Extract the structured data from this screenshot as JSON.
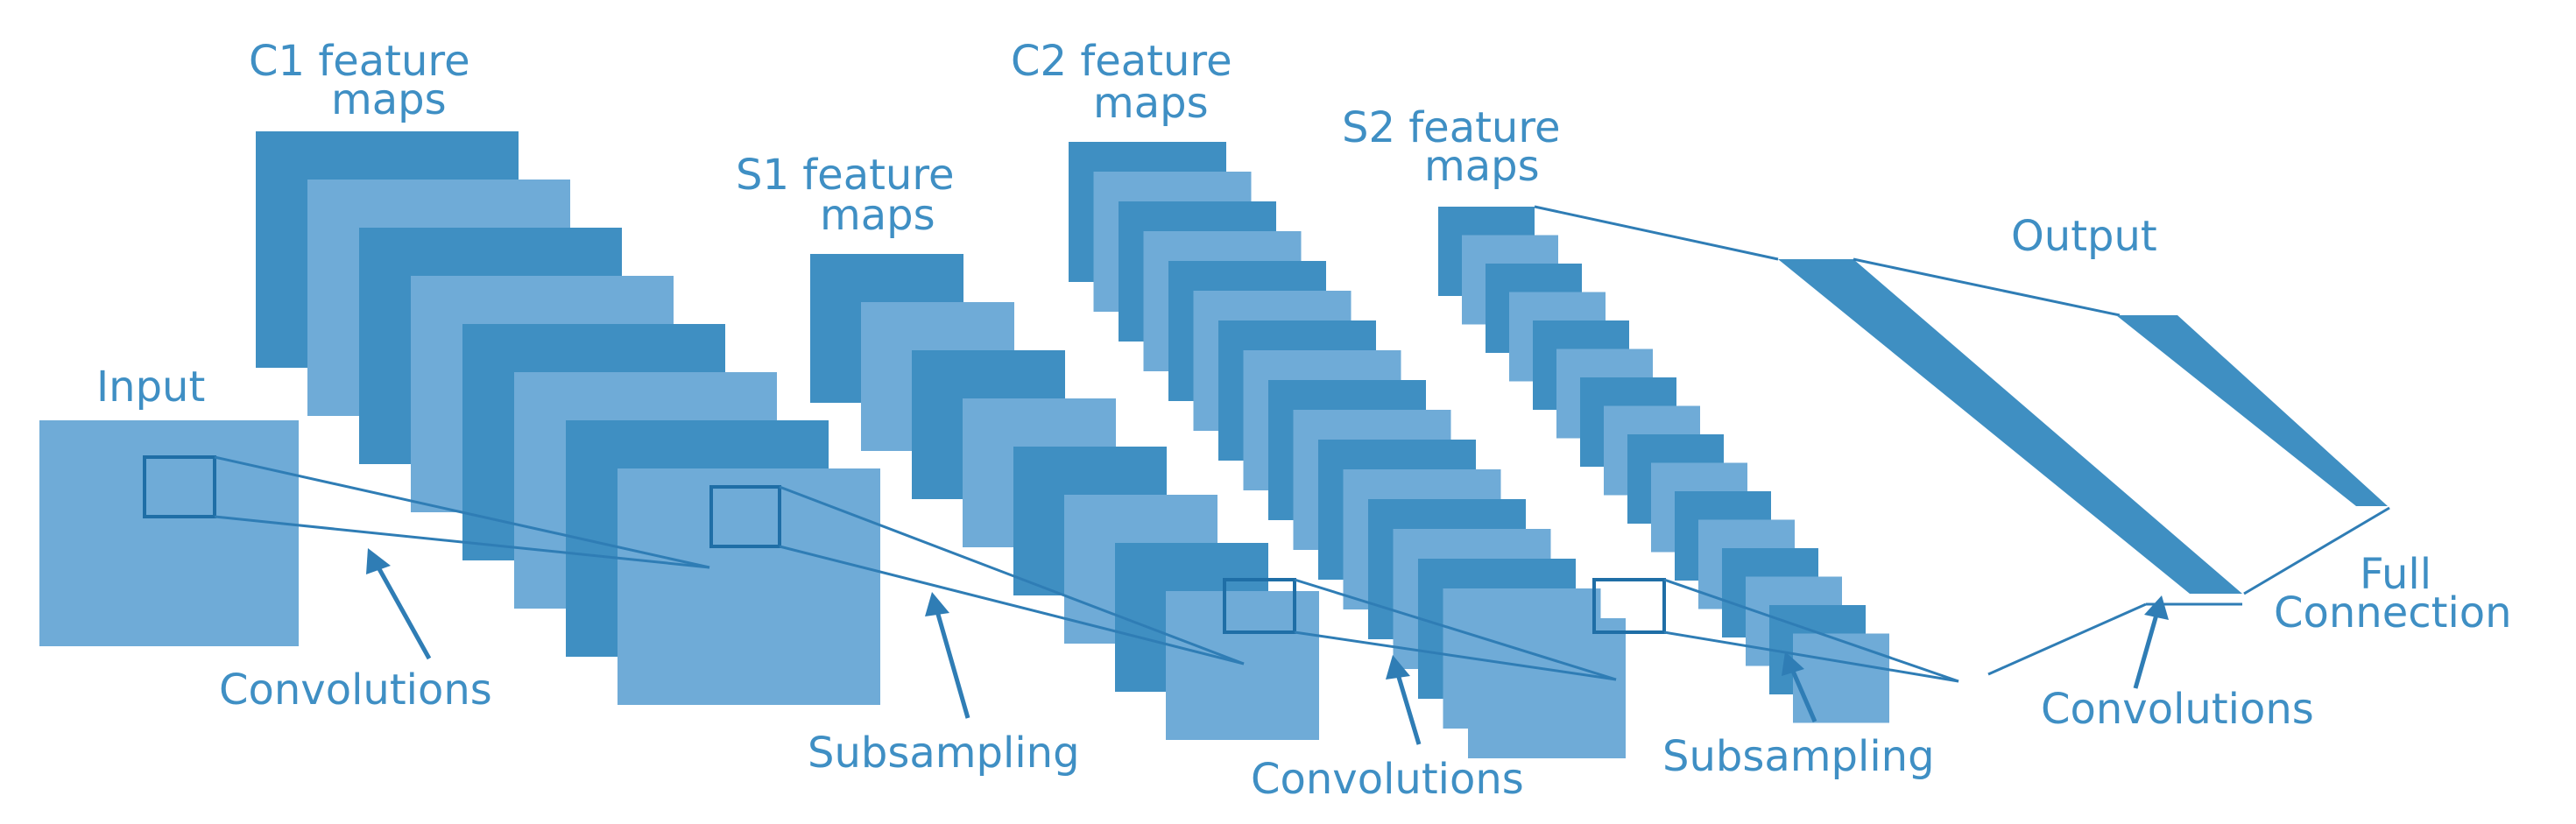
{
  "labels": {
    "c1_line1": "C1 feature",
    "c1_line2": "maps",
    "s1_line1": "S1 feature",
    "s1_line2": "maps",
    "c2_line1": "C2 feature",
    "c2_line2": "maps",
    "s2_line1": "S2 feature",
    "s2_line2": "maps",
    "input": "Input",
    "output": "Output",
    "full_line1": "Full",
    "full_line2": "Connection",
    "convolutions_1": "Convolutions",
    "subsampling_1": "Subsampling",
    "convolutions_2": "Convolutions",
    "subsampling_2": "Subsampling",
    "convolutions_3": "Convolutions"
  },
  "colors": {
    "map_dark": "#3f8fc2",
    "map_light": "#6fabd7",
    "text": "#3f8fc4",
    "lines": "#2f7db5"
  }
}
